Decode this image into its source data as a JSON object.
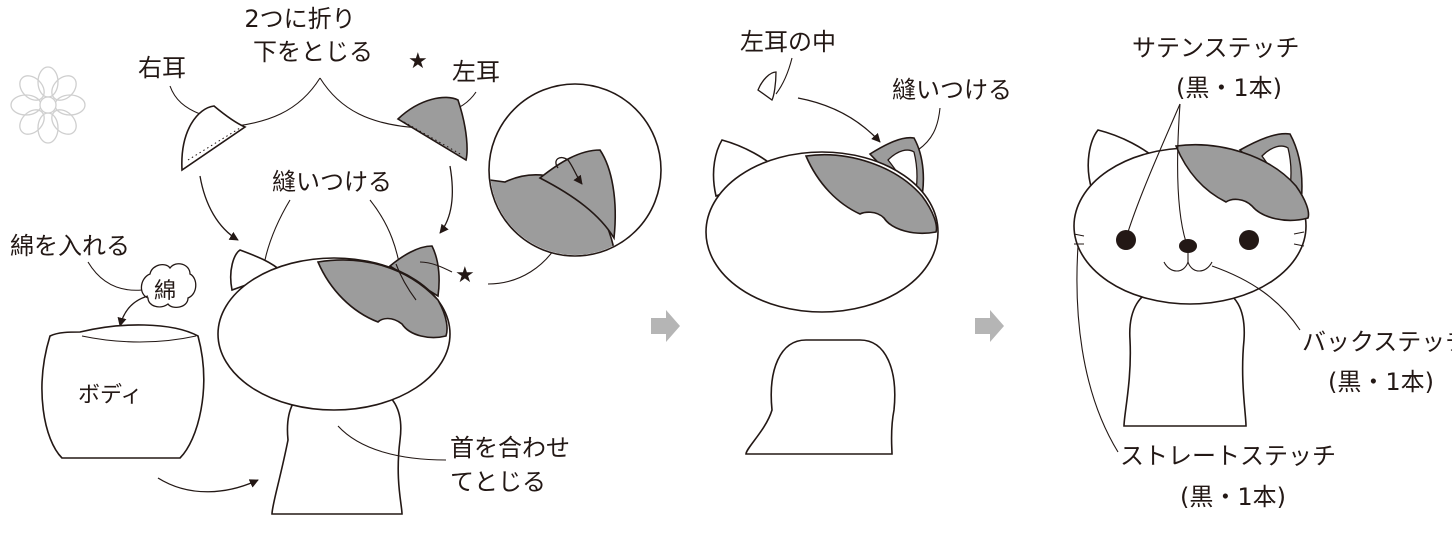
{
  "step1": {
    "fold_label_line1": "2つに折り",
    "fold_label_line2": "下をとじる",
    "star_mark": "★",
    "right_ear_label": "右耳",
    "left_ear_label": "左耳",
    "sew_on_label": "縫いつける",
    "stuff_cotton_label": "綿を入れる",
    "cotton_label": "綿",
    "body_label": "ボディ",
    "neck_label_line1": "首を合わせ",
    "neck_label_line2": "てとじる"
  },
  "step2": {
    "inner_left_ear_label": "左耳の中",
    "sew_on_label": "縫いつける"
  },
  "step3": {
    "satin_stitch_label": "サテンステッチ",
    "satin_stitch_thread": "(黒・1本)",
    "back_stitch_label": "バックステッチ",
    "back_stitch_thread": "(黒・1本)",
    "straight_stitch_label": "ストレートステッチ",
    "straight_stitch_thread": "(黒・1本)"
  },
  "colors": {
    "line": "#231815",
    "patch_gray": "#9c9c9c",
    "step_arrow": "#b5b5b5",
    "flower": "#cfcfcf"
  }
}
